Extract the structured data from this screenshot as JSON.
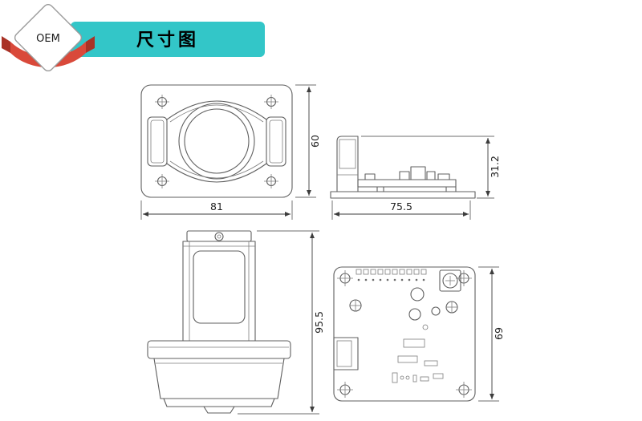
{
  "badge": {
    "label": "OEM"
  },
  "banner": {
    "title": "尺寸图"
  },
  "colors": {
    "banner": "#33c6c8",
    "ribbon": "#d9493a",
    "ribbon_dark": "#a93226"
  },
  "views": {
    "front": {
      "width": "81",
      "height": "60"
    },
    "side": {
      "width": "75.5",
      "height": "31.2"
    },
    "assembly": {
      "height": "95.5"
    },
    "pcb": {
      "height": "69"
    }
  }
}
